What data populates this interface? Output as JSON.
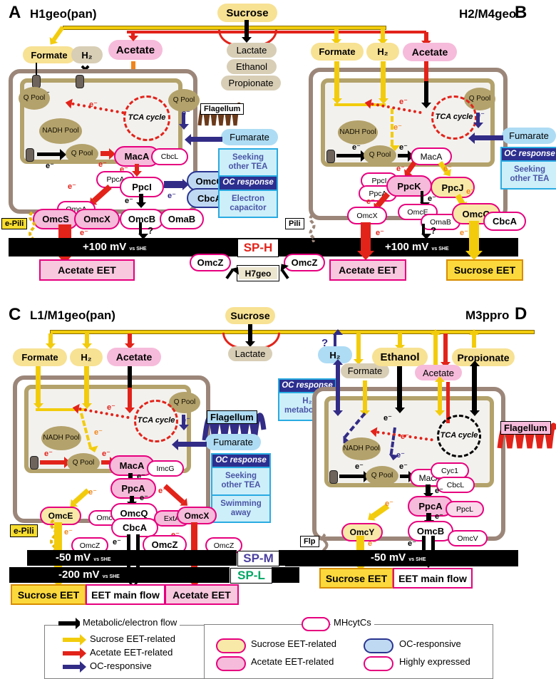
{
  "sym": {
    "e": "e⁻",
    "question": "?",
    "cross": "✖"
  },
  "panelA": {
    "letter": "A",
    "title": "H1geo(pan)",
    "sucrose": "Sucrose",
    "byproducts": [
      "Lactate",
      "Ethanol",
      "Propionate"
    ],
    "substrates": {
      "formate": "Formate",
      "h2": "H₂",
      "acetate": "Acetate"
    },
    "cell": {
      "qpool": "Q Pool",
      "nadh": "NADH Pool",
      "tca": "TCA cycle"
    },
    "flagellum": "Flagellum",
    "fumarate": "Fumarate",
    "cyt": {
      "maca": "MacA",
      "cbcl": "CbcL",
      "ppca": "PpcA",
      "ppci": "PpcI",
      "omcq": "OmcQ",
      "cbca": "CbcA",
      "omca": "OmcA",
      "omcs": "OmcS",
      "omcx": "OmcX",
      "omcb": "OmcB",
      "omab": "OmaB"
    },
    "response": {
      "seeking": "Seeking other TEA",
      "oc": "OC response",
      "capacitor": "Electron capacitor"
    },
    "epili": "e-Pili",
    "electrode": {
      "mv": "+100 mV",
      "ref": "vs SHE",
      "sp": "SP-H"
    },
    "output": "Acetate EET"
  },
  "center_ab": {
    "omcz_left": "OmcZ",
    "omcz_right": "OmcZ",
    "strain": "H7geo"
  },
  "panelB": {
    "letter": "B",
    "title": "H2/M4geo",
    "substrates": {
      "formate": "Formate",
      "h2": "H₂",
      "acetate": "Acetate"
    },
    "cell": {
      "qpool": "Q Pool",
      "nadh": "NADH Pool",
      "tca": "TCA cycle"
    },
    "fumarate": "Fumarate",
    "cyt": {
      "maca": "MacA",
      "ppci": "PpcI",
      "ppca": "PpcA",
      "ppck": "PpcK",
      "ppcj": "PpcJ",
      "omcx": "OmcX",
      "omce": "OmcE",
      "omab": "OmaB",
      "omcq": "OmcQ",
      "cbca": "CbcA"
    },
    "response": {
      "oc": "OC response",
      "seeking": "Seeking other TEA"
    },
    "pili": "Pili",
    "electrode": {
      "mv": "+100 mV",
      "ref": "vs SHE"
    },
    "outputs": {
      "acetate": "Acetate EET",
      "sucrose": "Sucrose EET"
    }
  },
  "panelC": {
    "letter": "C",
    "title": "L1/M1geo(pan)",
    "sucrose": "Sucrose",
    "byproducts": [
      "Lactate"
    ],
    "substrates": {
      "formate": "Formate",
      "h2": "H₂",
      "acetate": "Acetate"
    },
    "cell": {
      "qpool": "Q Pool",
      "nadh": "NADH Pool",
      "tca": "TCA cycle"
    },
    "flagellum": "Flagellum",
    "fumarate": "Fumarate",
    "cyt": {
      "maca": "MacA",
      "imcg": "ImcG",
      "ppca": "PpcA",
      "omce_left": "OmcE",
      "omce": "OmcE",
      "omcq": "OmcQ",
      "cbca": "CbcA",
      "exta": "ExtA",
      "omcx": "OmcX",
      "omcz1": "OmcZ",
      "omcz2": "OmcZ",
      "omcz3": "OmcZ"
    },
    "response": {
      "oc": "OC response",
      "seeking": "Seeking other TEA",
      "swim": "Swimming away"
    },
    "epili": "e-Pili",
    "electrodes": {
      "m_mv": "-50 mV",
      "m_sp": "SP-M",
      "l_mv": "-200 mV",
      "l_sp": "SP-L",
      "ref": "vs SHE"
    },
    "outputs": {
      "sucrose": "Sucrose EET",
      "main": "EET main flow",
      "acetate": "Acetate EET"
    }
  },
  "panelD": {
    "letter": "D",
    "title": "M3ppro",
    "substrates": {
      "h2": "H₂",
      "formate": "Formate",
      "ethanol": "Ethanol",
      "acetate": "Acetate",
      "propionate": "Propionate"
    },
    "cell": {
      "qpool": "Q Pool",
      "nadh": "NADH Pool",
      "tca": "TCA cycle"
    },
    "flagellum": "Flagellum",
    "cyt": {
      "maca": "MacA",
      "cyc1": "Cyc1",
      "cbcl": "CbcL",
      "ppca": "PpcA",
      "ppcl": "PpcL",
      "omcy": "OmcY",
      "omcb": "OmcB",
      "omcv": "OmcV"
    },
    "response": {
      "oc": "OC response",
      "h2met": "H₂ metabolism"
    },
    "flp": "Flp",
    "electrode": {
      "mv": "-50 mV",
      "ref": "vs SHE"
    },
    "outputs": {
      "sucrose": "Sucrose EET",
      "main": "EET main flow"
    }
  },
  "legend": {
    "arrows": [
      {
        "label": "Metabolic/electron flow",
        "color": "#000000"
      },
      {
        "label": "Sucrose EET-related",
        "color": "#F2CC0C"
      },
      {
        "label": "Acetate EET-related",
        "color": "#E2231A"
      },
      {
        "label": "OC-responsive",
        "color": "#322C86"
      }
    ],
    "mhcytcs": "MHcytCs",
    "ovals": [
      {
        "label": "Sucrose EET-related",
        "fill": "#F9E9A8"
      },
      {
        "label": "Acetate EET-related",
        "fill": "#F6BBDA"
      },
      {
        "label": "OC-responsive",
        "fill": "#BFD9F2"
      },
      {
        "label": "Highly expressed",
        "fill": "#FFFFFF"
      }
    ]
  },
  "colors": {
    "red": "#E2231A",
    "yellow": "#F2CC0C",
    "blue": "#322C86",
    "orange": "#F08519",
    "magenta": "#E6007E",
    "membrane_outer": "#9B8679",
    "membrane_inner": "#B3A26B",
    "electrode": "#000000",
    "sp_h_text": "#E2231A",
    "sp_m_text": "#4A3F9F",
    "sp_l_text": "#00A664"
  }
}
